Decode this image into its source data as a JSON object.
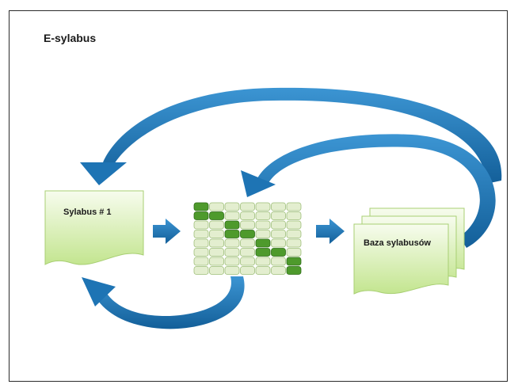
{
  "title": "E-sylabus",
  "nodes": {
    "sylabus": {
      "label": "Sylabus # 1"
    },
    "baza": {
      "label": "Baza sylabusów"
    }
  },
  "matrix": {
    "rows": 8,
    "cols": 7
  },
  "colors": {
    "arrow_blue": "#1f78b8",
    "doc_green_light": "#f4fbe6",
    "doc_green_dark": "#bfe38a",
    "cell_light": "#e3eecf",
    "cell_dark": "#4e9a2c",
    "frame": "#2b2b2b"
  }
}
